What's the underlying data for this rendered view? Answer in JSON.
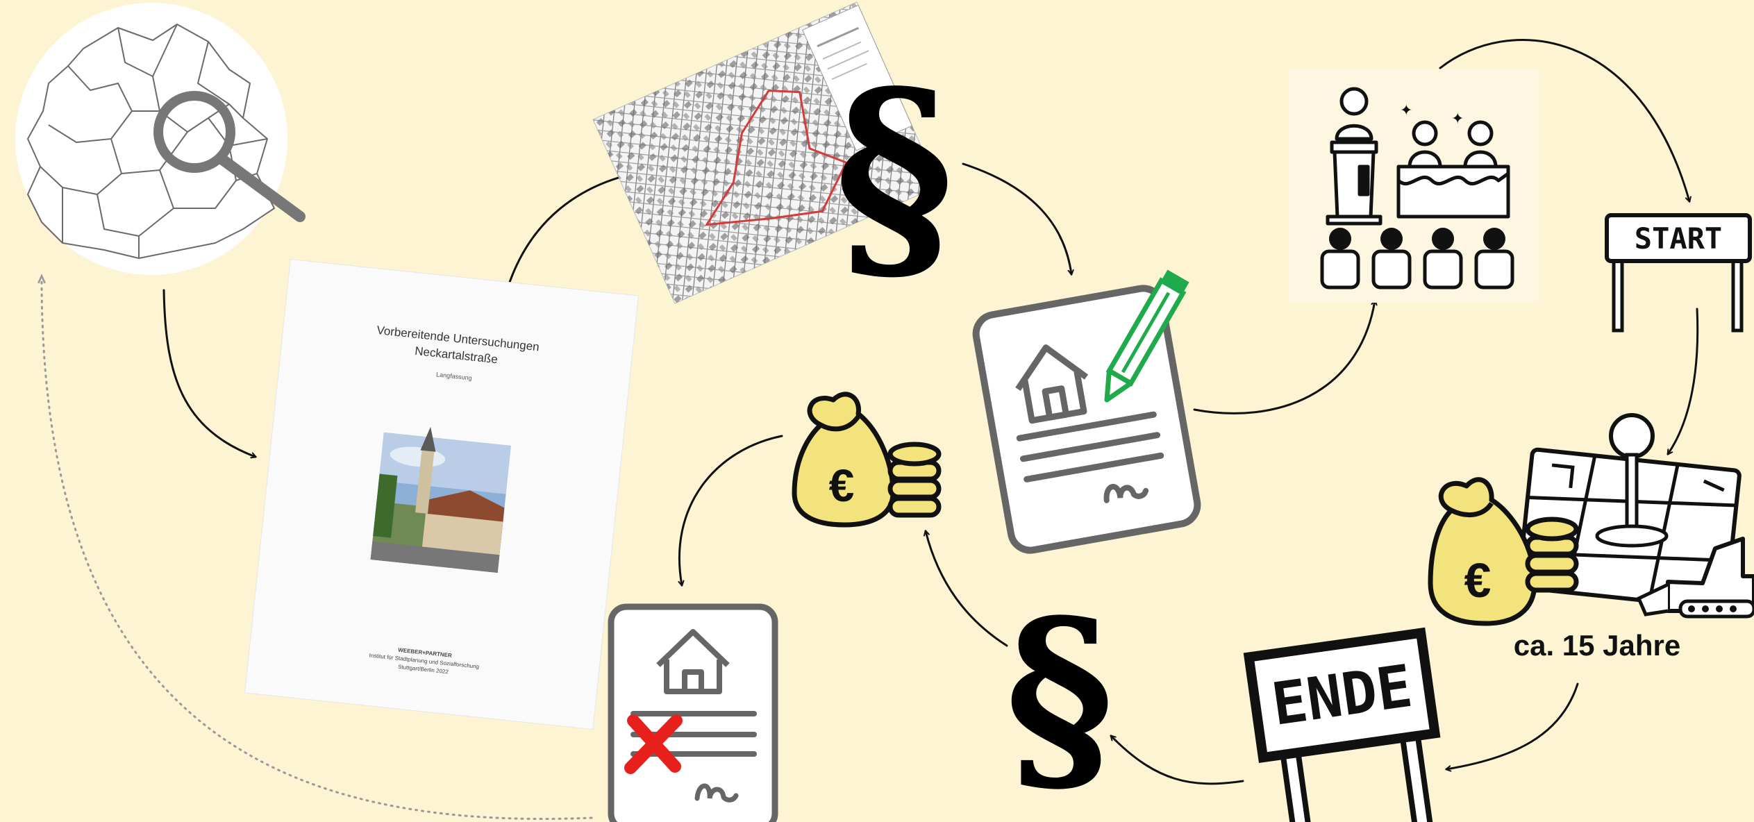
{
  "document": {
    "title_line1": "Vorbereitende Untersuchungen",
    "title_line2": "Neckartalstraße",
    "subtitle": "Langfassung",
    "publisher": "WEEBER+PARTNER",
    "institute": "Institut für Stadtplanung und Sozialforschung",
    "place_year": "Stuttgart/Berlin 2022"
  },
  "signs": {
    "start": "START",
    "end": "ENDE"
  },
  "labels": {
    "paragraph": "§",
    "euro": "€",
    "duration": "ca. 15 Jahre"
  },
  "colors": {
    "background": "#fcf4d3",
    "money_bag": "#f2e37c",
    "pencil": "#1faa4b",
    "cross": "#e8201c",
    "icon_gray": "#555555",
    "map_outline": "#d43c3c"
  },
  "icons": [
    "magnifier-icon",
    "paragraph-icon",
    "contract-icon",
    "pencil-icon",
    "meeting-icon",
    "money-bag-icon",
    "coins-icon",
    "map-pin-icon",
    "excavator-icon",
    "cross-icon",
    "signboard-icon"
  ]
}
